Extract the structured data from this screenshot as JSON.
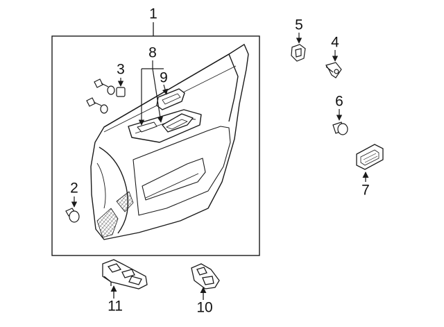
{
  "diagram": {
    "callouts": [
      {
        "id": "c1",
        "label": "1",
        "part": "door-trim-panel"
      },
      {
        "id": "c2",
        "label": "2",
        "part": "push-clip"
      },
      {
        "id": "c3",
        "label": "3",
        "part": "screw-and-nut"
      },
      {
        "id": "c4",
        "label": "4",
        "part": "retainer-clip"
      },
      {
        "id": "c5",
        "label": "5",
        "part": "clip-nut"
      },
      {
        "id": "c6",
        "label": "6",
        "part": "grommet"
      },
      {
        "id": "c7",
        "label": "7",
        "part": "bezel"
      },
      {
        "id": "c8",
        "label": "8",
        "part": "armrest-cover"
      },
      {
        "id": "c9",
        "label": "9",
        "part": "switch-bezel"
      },
      {
        "id": "c10",
        "label": "10",
        "part": "window-switch-single"
      },
      {
        "id": "c11",
        "label": "11",
        "part": "window-switch-master"
      }
    ],
    "colors": {
      "line": "#1a1a1a",
      "background": "#ffffff",
      "shade": "#cccccc"
    }
  }
}
